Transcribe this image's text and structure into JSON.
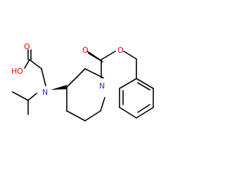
{
  "molecule": {
    "atom_labels": {
      "oxygen_carbonyl_acid": "O",
      "hydroxyl": "HO",
      "amine_nitrogen": "N",
      "ring_nitrogen": "N",
      "oxygen_carbonyl_carbamate": "O",
      "oxygen_ester": "O"
    },
    "colors": {
      "oxygen": "#ff0000",
      "nitrogen": "#3333cc",
      "bond": "#000000",
      "background": "#ffffff"
    }
  }
}
